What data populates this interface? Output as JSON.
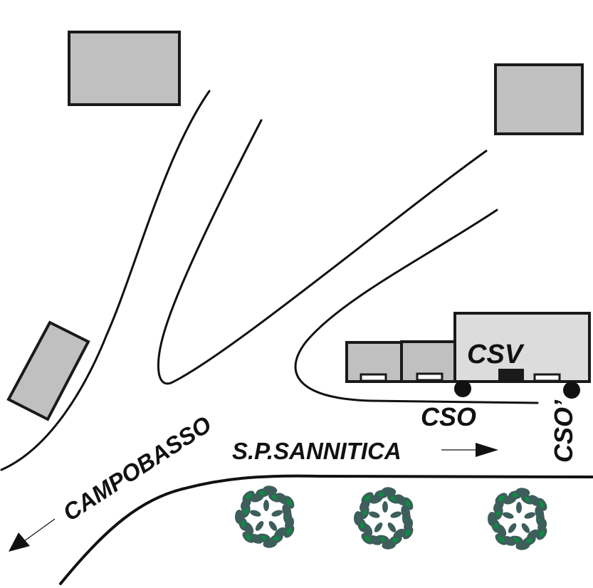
{
  "diagram": {
    "type": "site-map",
    "colors": {
      "building_fill": "#c0c0c0",
      "plant_main_fill": "#dcdcdc",
      "plant_annex_fill": "#c0c0c0",
      "outline": "#1a1a1a",
      "tree_dark": "#3d5e5a",
      "tree_light": "#0e8a43",
      "road": "#111111"
    },
    "labels": {
      "plant": "CSV",
      "sensor_left": "CSO",
      "sensor_right": "CSO’",
      "road_main": "S.P.SANNITICA",
      "road_direction": "CAMPOBASSO"
    },
    "elements": {
      "buildings": [
        "building-top-left",
        "building-top-right",
        "building-left-tilted"
      ],
      "plant_sections": [
        "annex-1",
        "annex-2",
        "main-hall"
      ],
      "sensors": [
        "CSO",
        "CSO’"
      ],
      "trees": 3
    }
  }
}
